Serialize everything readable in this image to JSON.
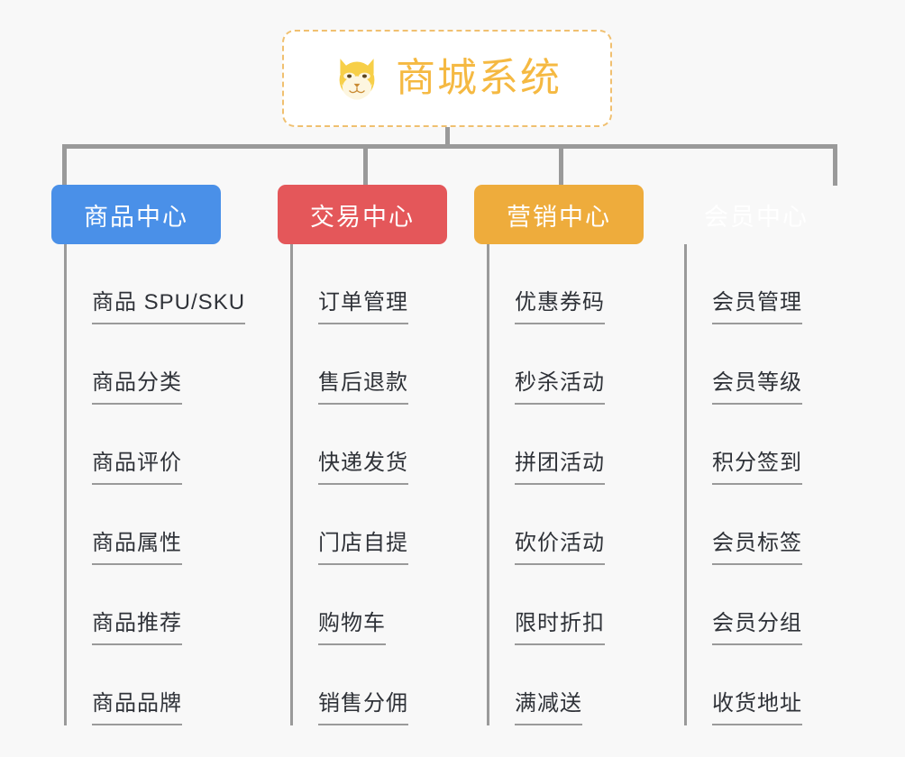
{
  "page": {
    "background_color": "#f8f8f8",
    "line_color": "#9a9a9a",
    "text_color": "#2f3238"
  },
  "root": {
    "icon": "shiba-dog-face-emoji",
    "title": "商城系统",
    "accent_color": "#f5b942",
    "border_color": "#f0c070"
  },
  "columns": [
    {
      "title": "商品中心",
      "color": "#4a90e8",
      "items": [
        "商品 SPU/SKU",
        "商品分类",
        "商品评价",
        "商品属性",
        "商品推荐",
        "商品品牌"
      ]
    },
    {
      "title": "交易中心",
      "color": "#e4575a",
      "items": [
        "订单管理",
        "售后退款",
        "快递发货",
        "门店自提",
        "购物车",
        "销售分佣"
      ]
    },
    {
      "title": "营销中心",
      "color": "#eeac3c",
      "items": [
        "优惠券码",
        "秒杀活动",
        "拼团活动",
        "砍价活动",
        "限时折扣",
        "满减送"
      ]
    },
    {
      "title": "会员中心",
      "color": "#78c košik"
    }
  ]
}
